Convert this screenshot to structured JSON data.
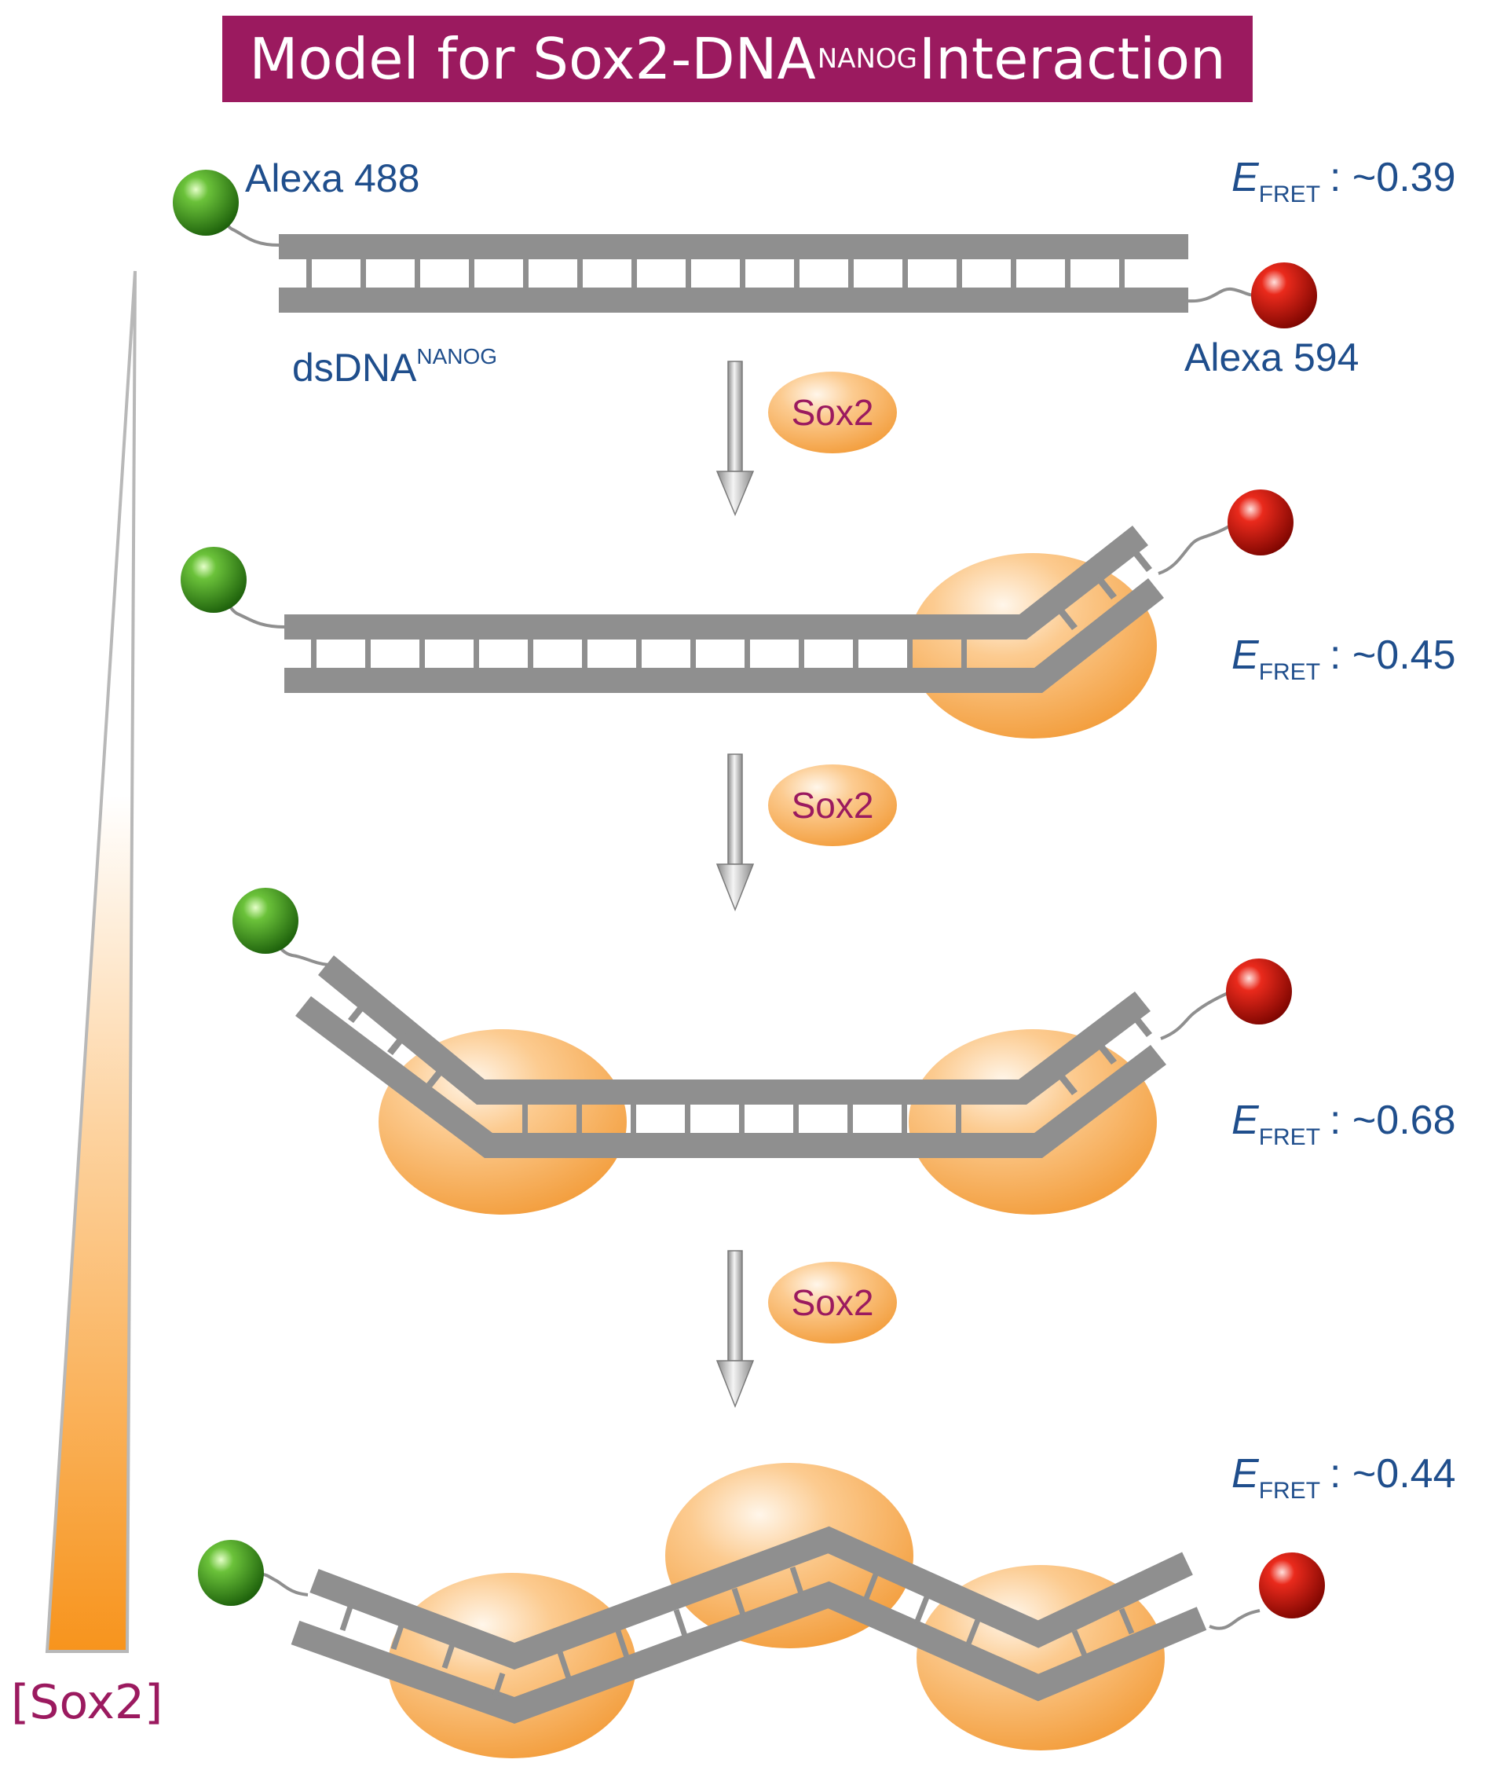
{
  "title": {
    "main": "Model for Sox2-DNA",
    "superscript": "NANOG",
    "suffix": " Interaction"
  },
  "labels": {
    "donor": "Alexa 488",
    "acceptor": "Alexa 594",
    "dna_main": "dsDNA",
    "dna_sup": "NANOG",
    "protein": "Sox2",
    "concentration": "[Sox2]"
  },
  "fret": {
    "symbol": "E",
    "subscript": "FRET",
    "states": [
      {
        "value": ": ~0.39"
      },
      {
        "value": ": ~0.45"
      },
      {
        "value": ": ~0.68"
      },
      {
        "value": ": ~0.44"
      }
    ]
  },
  "colors": {
    "title_bg": "#9b1a5f",
    "label_blue": "#1f4e8c",
    "dna_gray": "#8f8f8f",
    "sox2_orange": "#f4a340",
    "donor_green": "#3e9a1e",
    "acceptor_red": "#d11a10",
    "gradient_top": "#ffffff",
    "gradient_bottom": "#f7941d"
  }
}
